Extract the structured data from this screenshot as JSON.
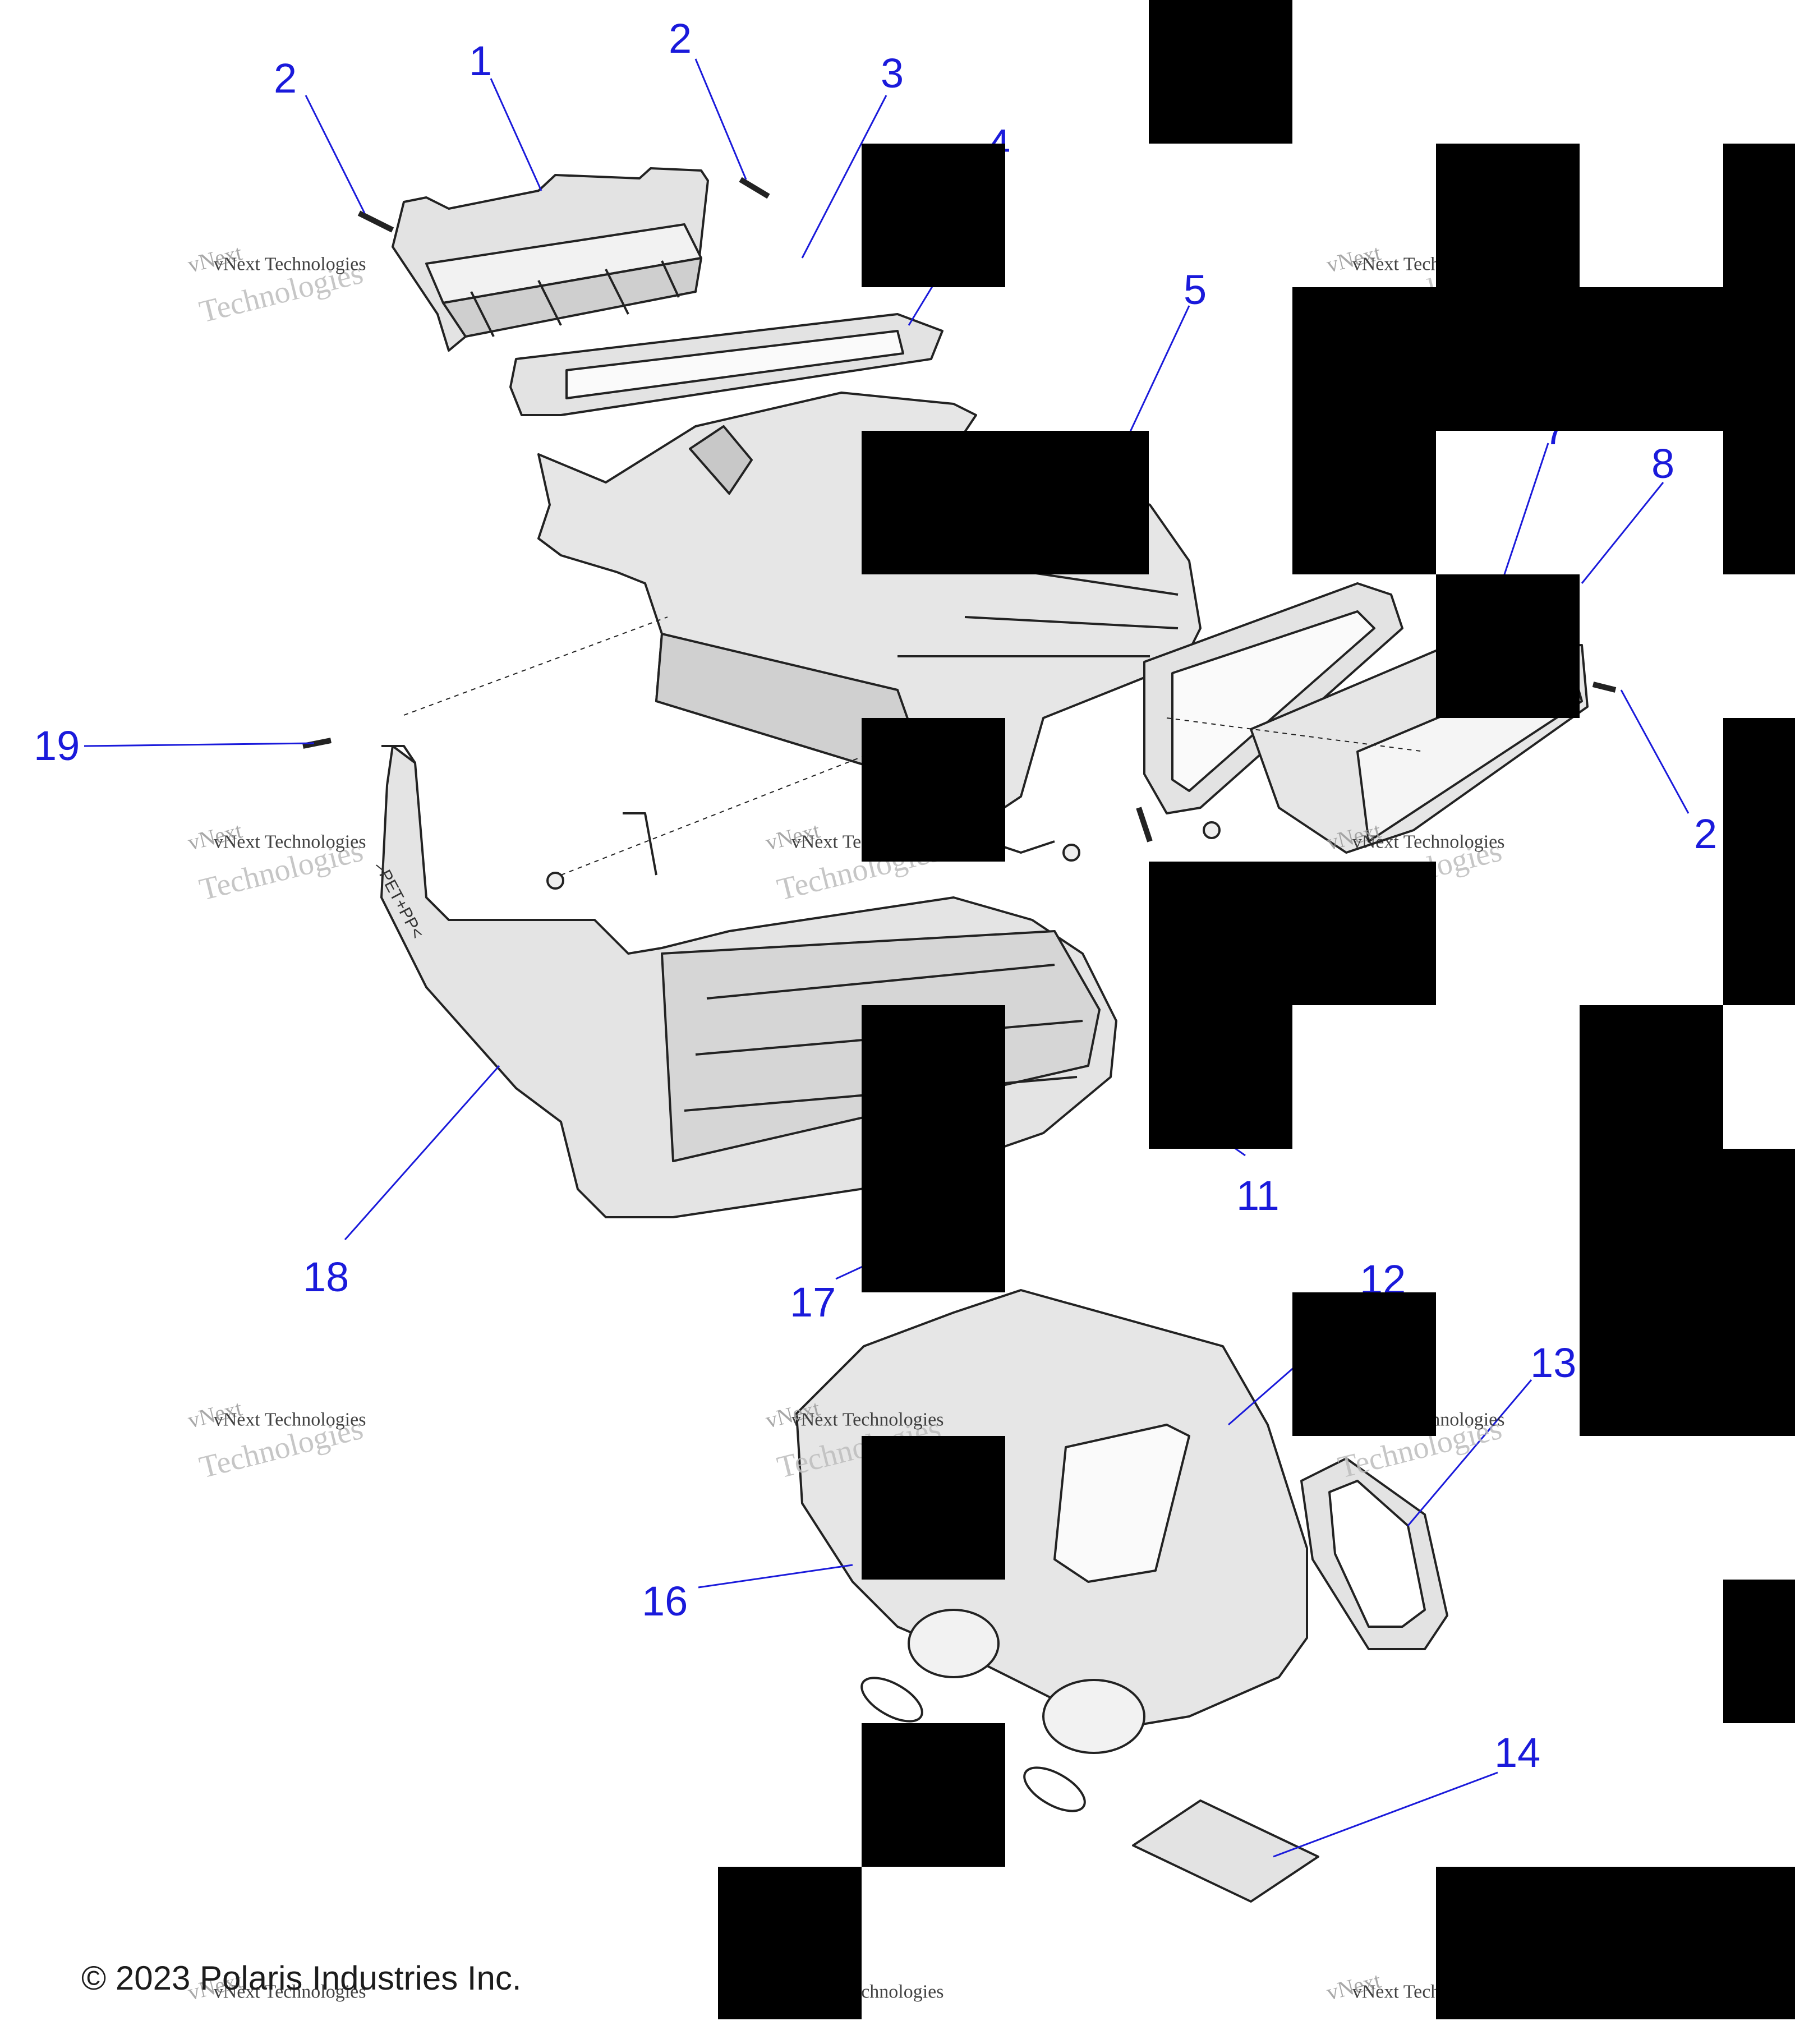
{
  "colors": {
    "callout": "#1a1adb",
    "part_fill": "#e3e3e3",
    "part_shade": "#c8c8c8",
    "outline": "#222222",
    "redaction": "#000000"
  },
  "watermark": {
    "line1": "vNext",
    "line2": "vNext Technologies",
    "line3": "Technologies"
  },
  "copyright": "© 2023 Polaris Industries Inc.",
  "callouts": {
    "c1": "1",
    "c2a": "2",
    "c2b": "2",
    "c2c": "2",
    "c3": "3",
    "c4": "4",
    "c5": "5",
    "c7": "7",
    "c8": "8",
    "c11": "11",
    "c12": "12",
    "c13": "13",
    "c14": "14",
    "c16": "16",
    "c17": "17",
    "c18": "18",
    "c19": "19"
  },
  "part_marking": ">PET+PP<"
}
